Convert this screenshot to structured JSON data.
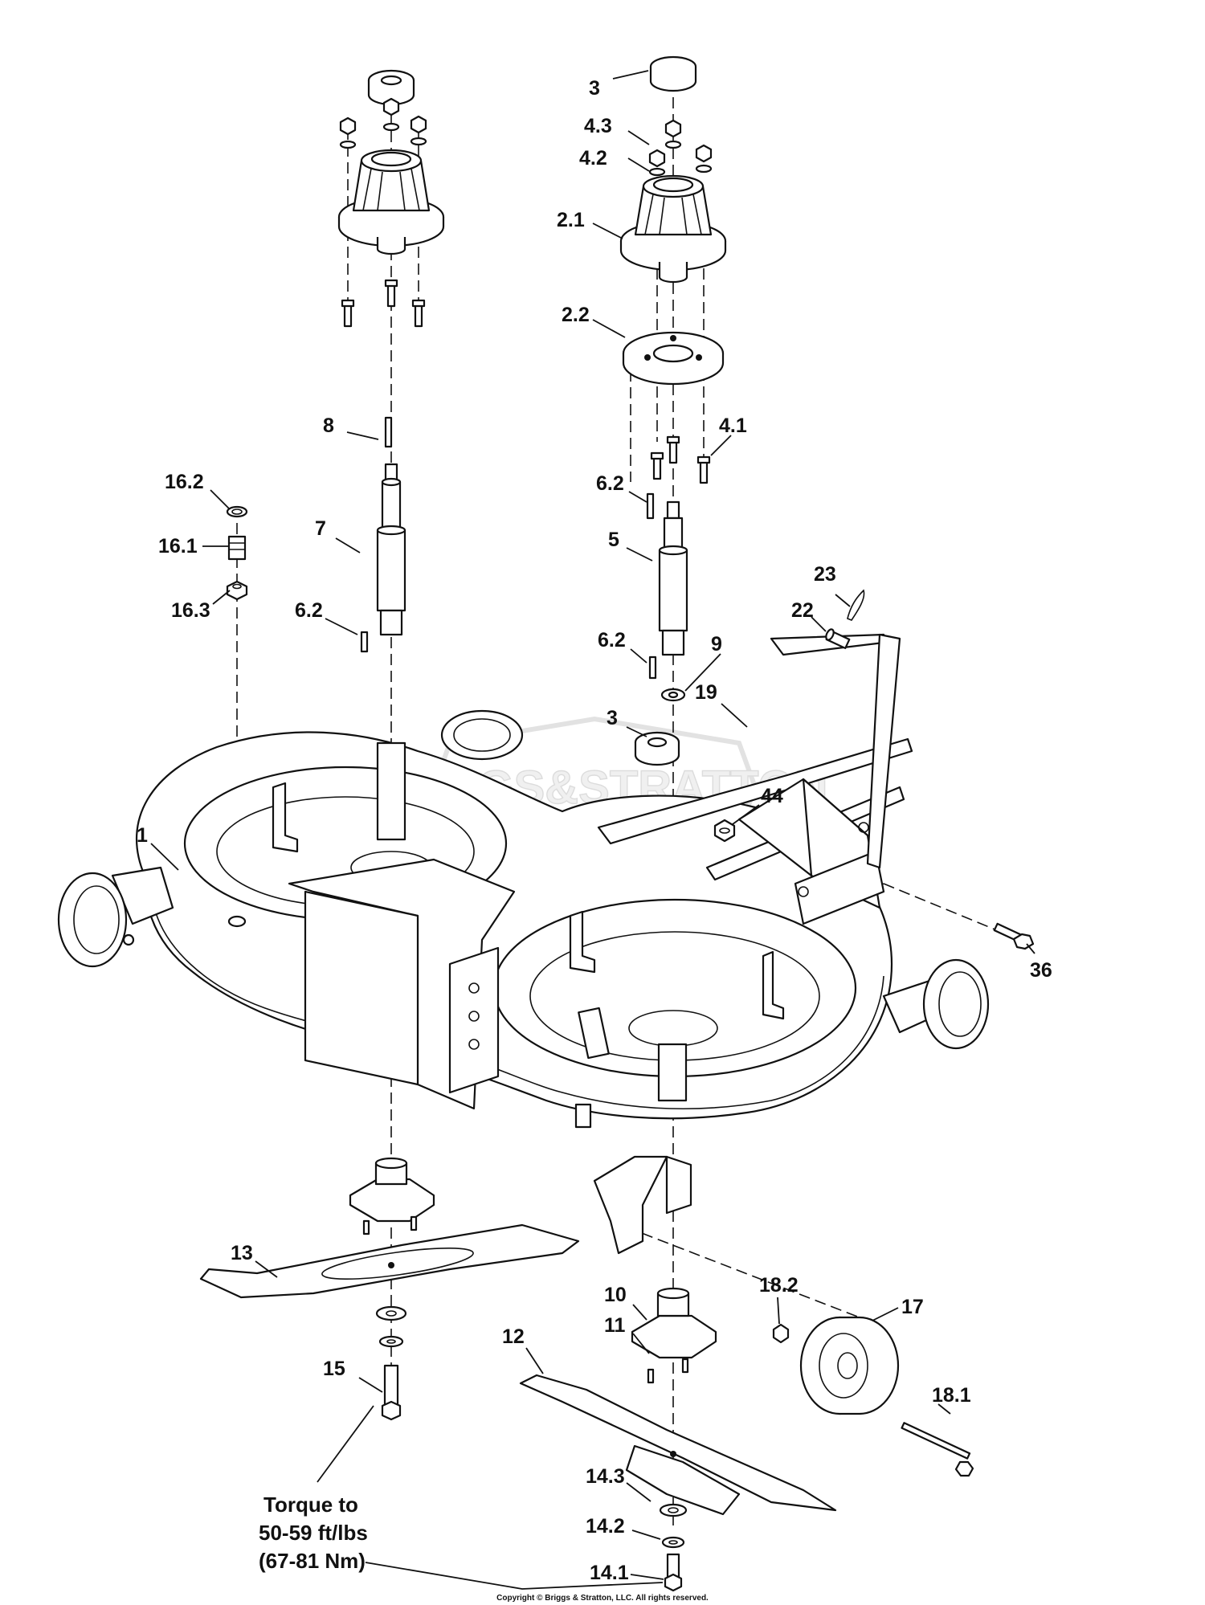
{
  "watermark": "BRIGGS&STRATTON",
  "copyright": "Copyright © Briggs & Stratton, LLC. All rights reserved.",
  "torque_note": {
    "line1": "Torque to",
    "line2": "50-59 ft/lbs",
    "line3": "(67-81 Nm)"
  },
  "callouts": [
    {
      "id": "c-3-top",
      "label": "3"
    },
    {
      "id": "c-4-3",
      "label": "4.3"
    },
    {
      "id": "c-4-2",
      "label": "4.2"
    },
    {
      "id": "c-2-1",
      "label": "2.1"
    },
    {
      "id": "c-2-2",
      "label": "2.2"
    },
    {
      "id": "c-4-1",
      "label": "4.1"
    },
    {
      "id": "c-8",
      "label": "8"
    },
    {
      "id": "c-16-2",
      "label": "16.2"
    },
    {
      "id": "c-16-1",
      "label": "16.1"
    },
    {
      "id": "c-16-3",
      "label": "16.3"
    },
    {
      "id": "c-7",
      "label": "7"
    },
    {
      "id": "c-6-2-a",
      "label": "6.2"
    },
    {
      "id": "c-6-2-b",
      "label": "6.2"
    },
    {
      "id": "c-5",
      "label": "5"
    },
    {
      "id": "c-6-2-c",
      "label": "6.2"
    },
    {
      "id": "c-9",
      "label": "9"
    },
    {
      "id": "c-23",
      "label": "23"
    },
    {
      "id": "c-22",
      "label": "22"
    },
    {
      "id": "c-19",
      "label": "19"
    },
    {
      "id": "c-3-mid",
      "label": "3"
    },
    {
      "id": "c-44",
      "label": "44"
    },
    {
      "id": "c-1",
      "label": "1"
    },
    {
      "id": "c-36",
      "label": "36"
    },
    {
      "id": "c-13",
      "label": "13"
    },
    {
      "id": "c-18-2",
      "label": "18.2"
    },
    {
      "id": "c-17",
      "label": "17"
    },
    {
      "id": "c-10",
      "label": "10"
    },
    {
      "id": "c-12",
      "label": "12"
    },
    {
      "id": "c-11",
      "label": "11"
    },
    {
      "id": "c-15",
      "label": "15"
    },
    {
      "id": "c-18-1",
      "label": "18.1"
    },
    {
      "id": "c-14-3",
      "label": "14.3"
    },
    {
      "id": "c-14-2",
      "label": "14.2"
    },
    {
      "id": "c-14-1",
      "label": "14.1"
    }
  ]
}
